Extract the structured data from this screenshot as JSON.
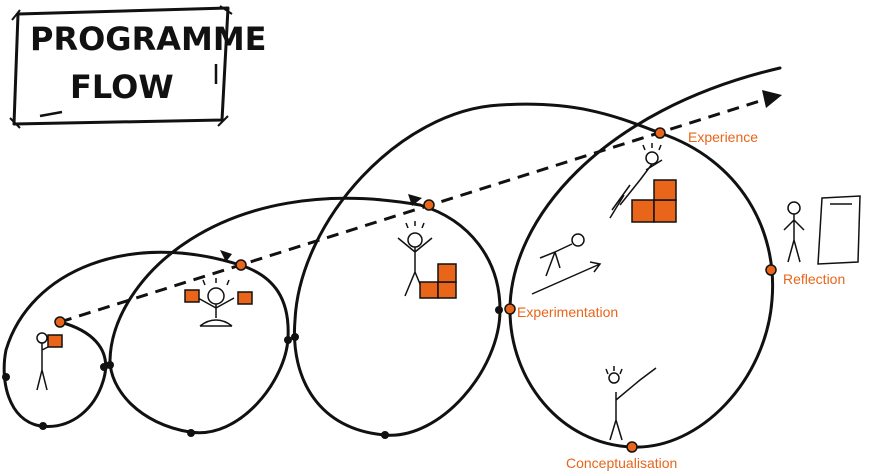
{
  "title": {
    "line1": "PROGRAMME",
    "line2": "FLOW"
  },
  "labels": {
    "experience": "Experience",
    "reflection": "Reflection",
    "experimentation": "Experimentation",
    "conceptualisation": "Conceptualisation"
  },
  "colors": {
    "accent": "#e8651a",
    "ink": "#111111",
    "background": "#ffffff"
  },
  "icons": [
    "puzzle-piece-icon",
    "stick-figure-icon",
    "lightbulb-icon",
    "mirror-icon",
    "surfboard-icon",
    "rocket-icon",
    "arrow-icon"
  ]
}
